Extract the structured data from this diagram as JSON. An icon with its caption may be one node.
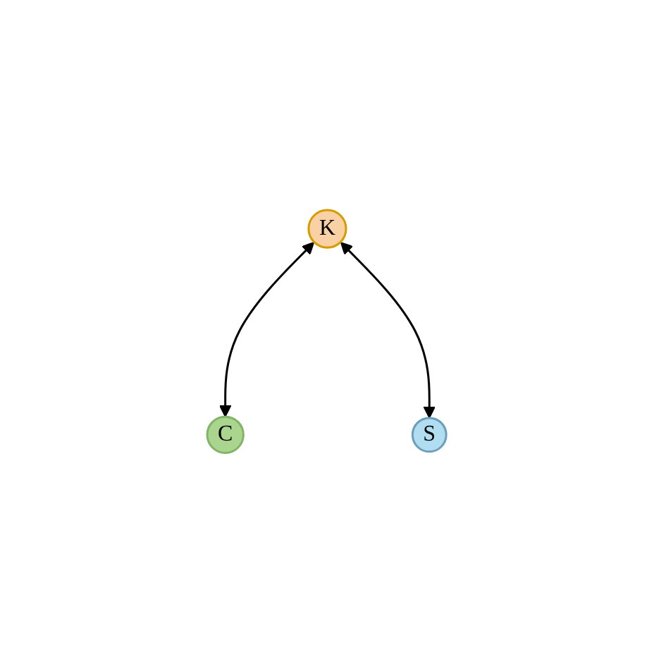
{
  "diagram": {
    "nodes": [
      {
        "text": [
          "K"
        ]
      },
      {
        "text": [
          "C"
        ]
      },
      {
        "text": [
          "S"
        ]
      }
    ],
    "edges": [
      {
        "from": 0,
        "to": 1,
        "arrow": "both"
      },
      {
        "from": 0,
        "to": 2,
        "arrow": "both"
      }
    ]
  }
}
